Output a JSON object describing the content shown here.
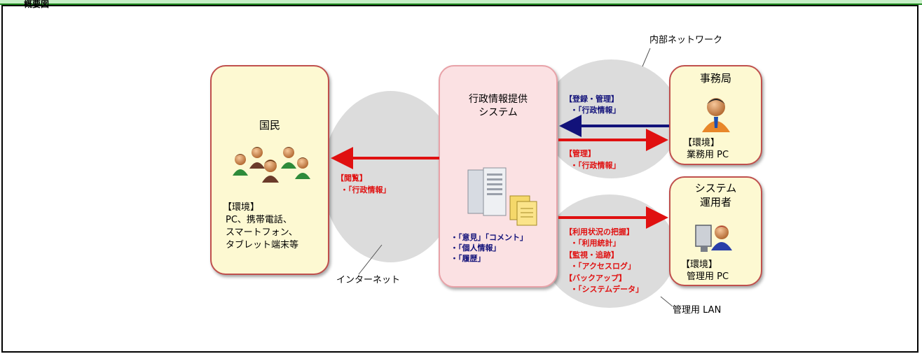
{
  "header": {
    "title": "概要図"
  },
  "labels": {
    "internal_network": "内部ネットワーク",
    "internet": "インターネット",
    "admin_lan": "管理用 LAN"
  },
  "citizen": {
    "title": "国民",
    "env_title": "【環境】",
    "env_line1": "PC、携帯電話、",
    "env_line2": "スマートフォン、",
    "env_line3": "タブレット端末等"
  },
  "system": {
    "title_line1": "行政情報提供",
    "title_line2": "システム",
    "items": [
      "・「意見」「コメント」",
      "・「個人情報」",
      "・「履歴」"
    ]
  },
  "secretariat": {
    "title": "事務局",
    "env_title": "【環境】",
    "env_value": "業務用 PC"
  },
  "operator": {
    "title_line1": "システム",
    "title_line2": "運用者",
    "env_title": "【環境】",
    "env_value": "管理用 PC"
  },
  "flows": {
    "view_title": "【閲覧】",
    "view_item": "・「行政情報」",
    "register_title": "【登録・管理】",
    "register_item": "・「行政情報」",
    "manage_title": "【管理】",
    "manage_item": "・「行政情報」",
    "usage_title": "【利用状況の把握】",
    "usage_item": "・「利用統計」",
    "monitor_title": "【監視・追跡】",
    "monitor_item": "・「アクセスログ」",
    "backup_title": "【バックアップ】",
    "backup_item": "・「システムデータ」"
  },
  "colors": {
    "red_arrow": "#e01010",
    "blue_arrow": "#12127a",
    "box_border": "#c0504d",
    "yellow_fill": "#fdf9d2",
    "pink_fill": "#fbe1e3",
    "cloud": "#dcdcdc"
  }
}
